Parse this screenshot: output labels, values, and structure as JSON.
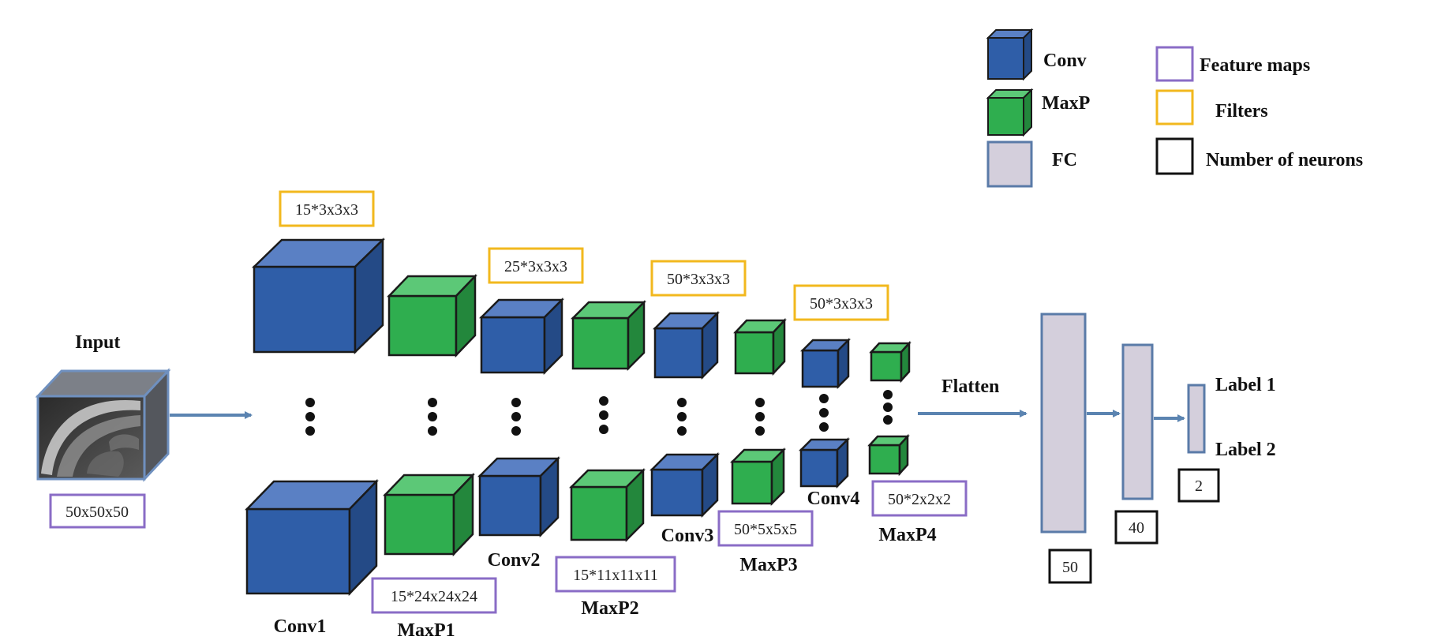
{
  "legend": {
    "conv": "Conv",
    "maxp": "MaxP",
    "fc": "FC",
    "feature_maps": "Feature maps",
    "filters": "Filters",
    "neurons": "Number of neurons"
  },
  "input": {
    "title": "Input",
    "size": "50x50x50"
  },
  "layers": {
    "conv1": {
      "label": "Conv1",
      "filters": "15*3x3x3"
    },
    "maxp1": {
      "label": "MaxP1",
      "maps": "15*24x24x24"
    },
    "conv2": {
      "label": "Conv2",
      "filters": "25*3x3x3"
    },
    "maxp2": {
      "label": "MaxP2",
      "maps": "15*11x11x11"
    },
    "conv3": {
      "label": "Conv3",
      "filters": "50*3x3x3"
    },
    "maxp3": {
      "label": "MaxP3",
      "maps": "50*5x5x5"
    },
    "conv4": {
      "label": "Conv4",
      "filters": "50*3x3x3"
    },
    "maxp4": {
      "label": "MaxP4",
      "maps": "50*2x2x2"
    }
  },
  "flatten": "Flatten",
  "fc": {
    "n1": "50",
    "n2": "40",
    "n3": "2"
  },
  "outputs": {
    "label1": "Label 1",
    "label2": "Label 2"
  },
  "colors": {
    "conv": "#2f5ea8",
    "maxp": "#2fae4f",
    "fc": "#d4cfdc",
    "fc_border": "#5a7ba8",
    "feature_box": "#8a6cc6",
    "filter_box": "#f2b81e",
    "arrow": "#5b84b1"
  }
}
